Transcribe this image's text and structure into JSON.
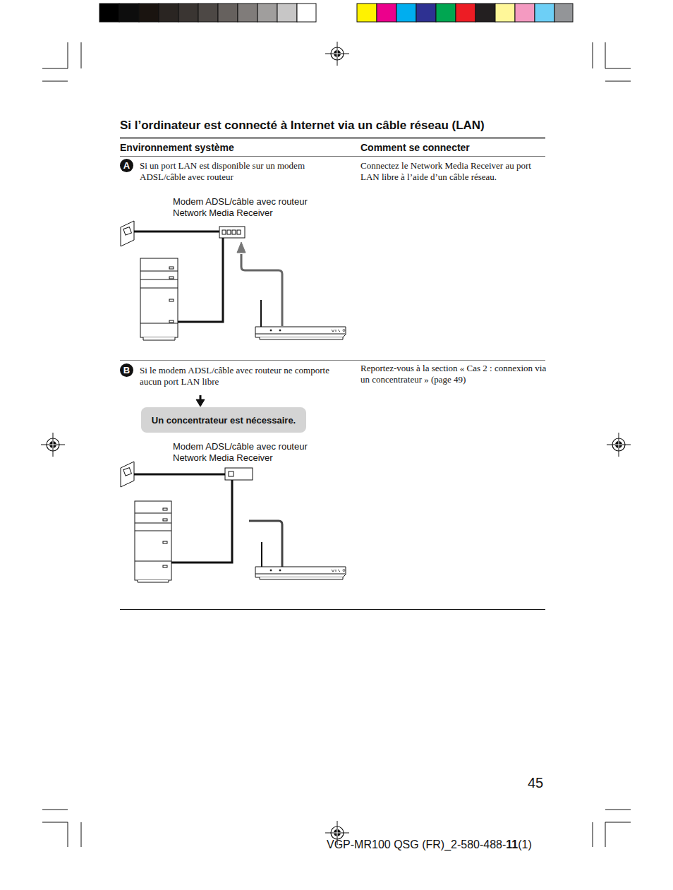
{
  "diagram": {
    "title": "Si l’ordinateur est connecté à Internet via un câble réseau (LAN)",
    "nodes": [
      {
        "text": [
          "Un concentrateur est nécessaire."
        ]
      }
    ],
    "labels": [
      "Environnement système",
      "Comment se connecter",
      "A",
      "Si un port LAN est disponible sur un modem ADSL/câble avec routeur",
      "Connectez le Network Media Receiver au port LAN libre à l’aide d’un câble réseau.",
      "Modem ADSL/câble avec routeur",
      "Network Media Receiver",
      "B",
      "Si le modem ADSL/câble avec routeur ne comporte aucun port LAN libre",
      "Reportez-vous à la section « Cas 2 : connexion via un concentrateur » (page 49)",
      "Modem ADSL/câble avec routeur",
      "Network Media Receiver",
      "45",
      "VGP-MR100 QSG (FR)_2-580-488-",
      "11",
      "(1)"
    ]
  }
}
